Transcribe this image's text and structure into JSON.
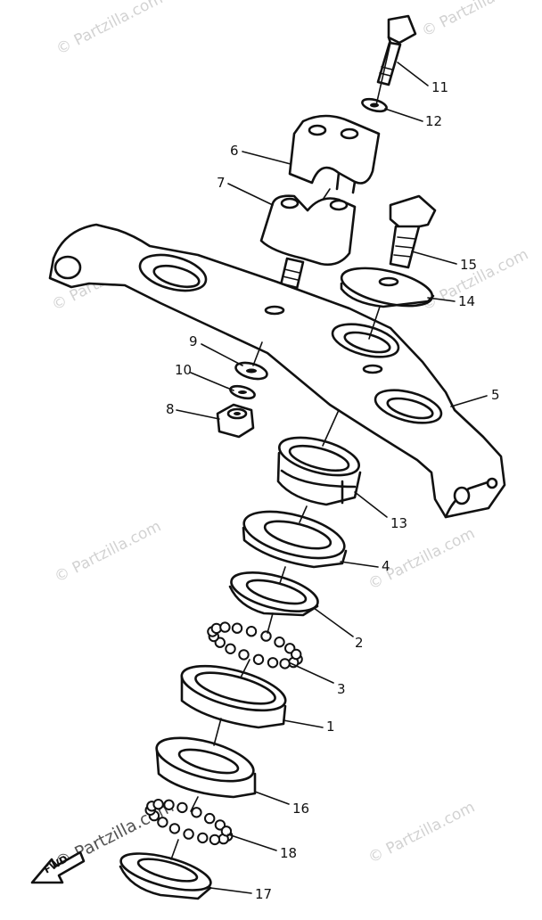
{
  "watermark": {
    "text": "© Partzilla.com",
    "brand_text": "© Partzilla.com"
  },
  "direction_marker": "FWD",
  "callouts": [
    {
      "id": "c11",
      "label": "11"
    },
    {
      "id": "c12",
      "label": "12"
    },
    {
      "id": "c6",
      "label": "6"
    },
    {
      "id": "c7",
      "label": "7"
    },
    {
      "id": "c15",
      "label": "15"
    },
    {
      "id": "c14",
      "label": "14"
    },
    {
      "id": "c9",
      "label": "9"
    },
    {
      "id": "c10",
      "label": "10"
    },
    {
      "id": "c8",
      "label": "8"
    },
    {
      "id": "c5",
      "label": "5"
    },
    {
      "id": "c13",
      "label": "13"
    },
    {
      "id": "c4",
      "label": "4"
    },
    {
      "id": "c2",
      "label": "2"
    },
    {
      "id": "c3",
      "label": "3"
    },
    {
      "id": "c1",
      "label": "1"
    },
    {
      "id": "c16",
      "label": "16"
    },
    {
      "id": "c18",
      "label": "18"
    },
    {
      "id": "c17",
      "label": "17"
    }
  ],
  "colors": {
    "ink": "#111111",
    "watermark": "#d2d2d2",
    "brand_watermark": "#555555",
    "background": "#ffffff"
  }
}
